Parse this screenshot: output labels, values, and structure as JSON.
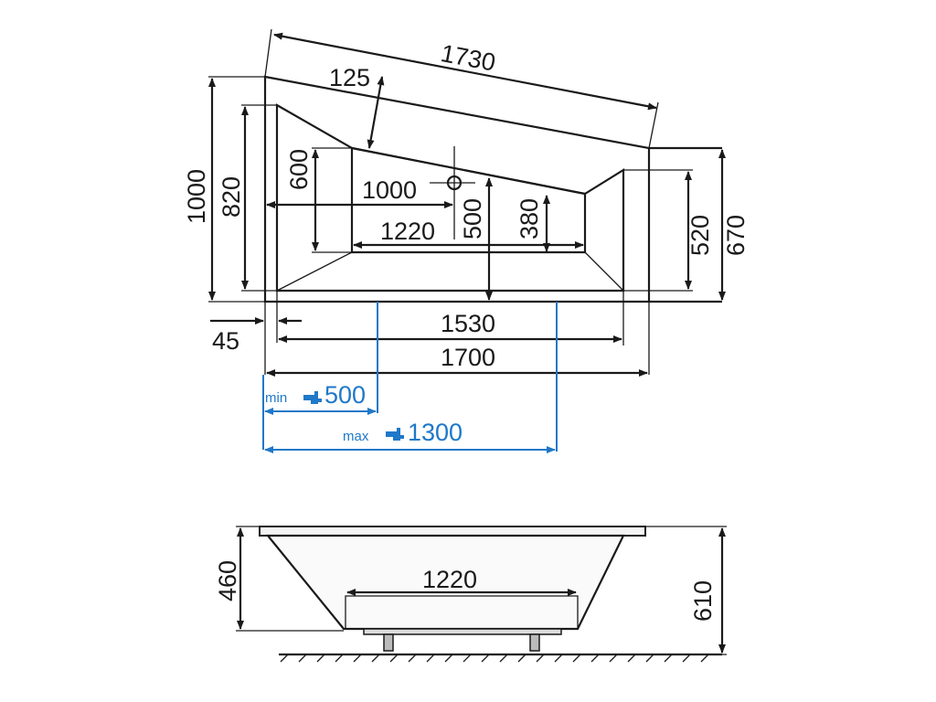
{
  "top_view": {
    "dimensions": {
      "d1730": "1730",
      "d125": "125",
      "d1000": "1000",
      "d820": "820",
      "d600": "600",
      "d1000_inner": "1000",
      "d1220": "1220",
      "d500": "500",
      "d380": "380",
      "d520": "520",
      "d670": "670",
      "d45": "45",
      "d1530": "1530",
      "d1700": "1700"
    },
    "tap_min": {
      "label": "min",
      "value": "500"
    },
    "tap_max": {
      "label": "max",
      "value": "1300"
    }
  },
  "side_view": {
    "dimensions": {
      "d460": "460",
      "d1220": "1220",
      "d610": "610"
    }
  },
  "colors": {
    "line": "#1a1a1a",
    "tap_range": "#1f78c8"
  }
}
